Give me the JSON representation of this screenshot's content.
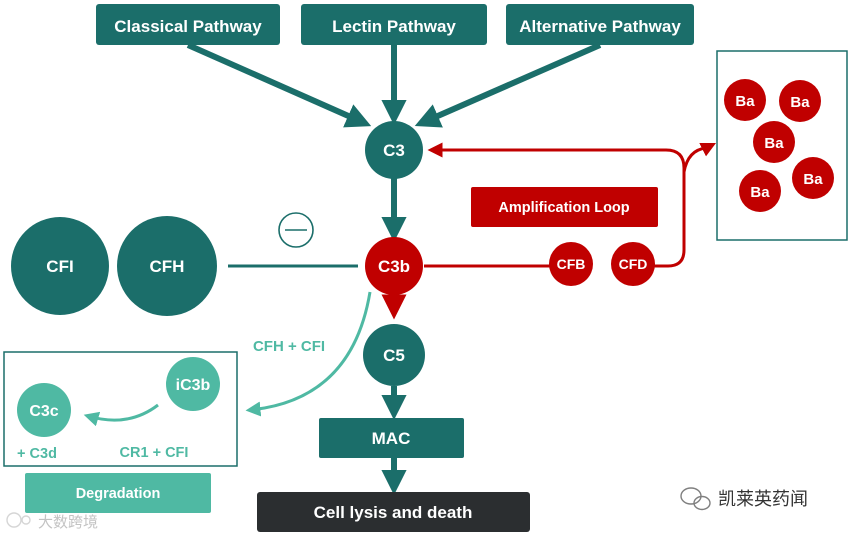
{
  "pathways": {
    "classical": "Classical Pathway",
    "lectin": "Lectin Pathway",
    "alternative": "Alternative Pathway"
  },
  "nodes": {
    "c3": "C3",
    "c3b": "C3b",
    "c5": "C5",
    "mac": "MAC",
    "lysis": "Cell lysis and death",
    "cfi": "CFI",
    "cfh": "CFH",
    "cfb": "CFB",
    "cfd": "CFD",
    "amplification": "Amplification Loop"
  },
  "ba_items": [
    "Ba",
    "Ba",
    "Ba",
    "Ba",
    "Ba"
  ],
  "degradation": {
    "arrow_label": "CFH + CFI",
    "ic3b": "iC3b",
    "c3c": "C3c",
    "c3d": "+ C3d",
    "cr1_cfi": "CR1 + CFI",
    "title": "Degradation"
  },
  "inhibition_symbol": "−",
  "watermarks": {
    "right": "凯莱英药闻",
    "left": "大数跨境"
  },
  "colors": {
    "teal": "#1b6e6a",
    "teal_light": "#4fb9a3",
    "red": "#c00000",
    "dark": "#2b2e30"
  }
}
